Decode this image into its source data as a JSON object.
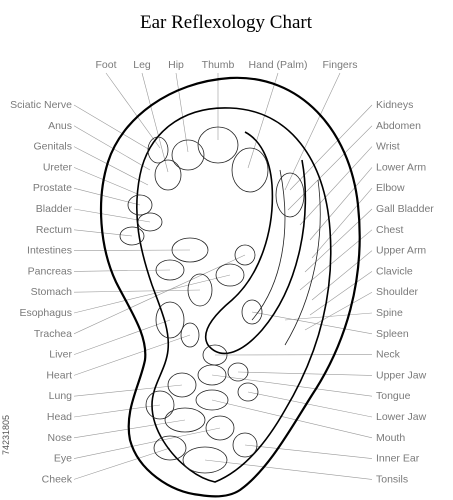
{
  "title": "Ear Reflexology Chart",
  "watermark_id": "74231805",
  "top_labels": [
    "Foot",
    "Leg",
    "Hip",
    "Thumb",
    "Hand (Palm)",
    "Fingers"
  ],
  "left_labels": [
    "Sciatic Nerve",
    "Anus",
    "Genitals",
    "Ureter",
    "Prostate",
    "Bladder",
    "Rectum",
    "Intestines",
    "Pancreas",
    "Stomach",
    "Esophagus",
    "Trachea",
    "Liver",
    "Heart",
    "Lung",
    "Head",
    "Nose",
    "Eye",
    "Cheek"
  ],
  "right_labels": [
    "Kidneys",
    "Abdomen",
    "Wrist",
    "Lower Arm",
    "Elbow",
    "Gall Bladder",
    "Chest",
    "Upper Arm",
    "Clavicle",
    "Shoulder",
    "Spine",
    "Spleen",
    "Neck",
    "Upper Jaw",
    "Tongue",
    "Lower Jaw",
    "Mouth",
    "Inner Ear",
    "Tonsils"
  ],
  "colors": {
    "outline": "#000000",
    "label": "#7a7a7a",
    "leader": "#9a9a9a"
  }
}
